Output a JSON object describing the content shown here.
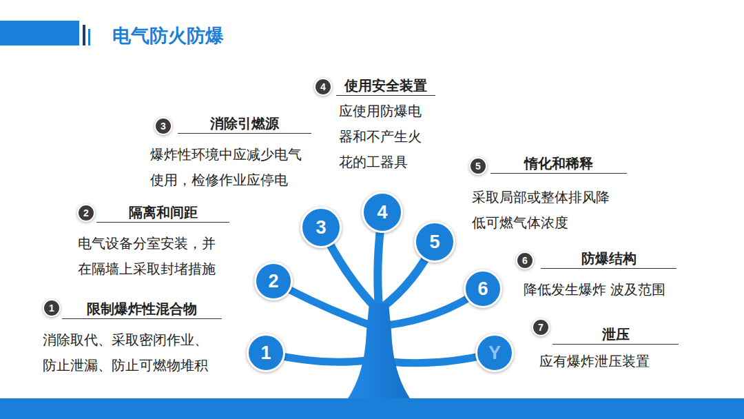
{
  "diagram": {
    "title": "电气防火防爆",
    "nodes": [
      {
        "text": [
          "限制爆炸性混合物",
          "消除取代、采取密闭作业、 防止泄漏、防止可燃物堆积"
        ]
      },
      {
        "text": [
          "1"
        ],
        "in": 0
      },
      {
        "text": [
          "隔离和间距",
          "电气设备分室安装，并 在隔墙上采取封堵措施"
        ]
      },
      {
        "text": [
          "2"
        ],
        "in": 2
      },
      {
        "text": [
          "消除引燃源",
          "爆炸性环境中应减少电气 使用，检修作业应停电"
        ]
      },
      {
        "text": [
          "3"
        ],
        "in": 4
      },
      {
        "text": [
          "使用安全装置",
          "应使用防爆电 器和不产生火 花的工器具"
        ]
      },
      {
        "text": [
          "4"
        ],
        "in": 6
      },
      {
        "text": [
          "惰化和稀释",
          "采取局部或整体排风降 低可燃气体浓度"
        ]
      },
      {
        "text": [
          "5"
        ],
        "in": 8
      },
      {
        "text": [
          "防爆结构",
          "降低发生爆炸 波及范围"
        ]
      },
      {
        "text": [
          "6"
        ],
        "in": 10
      },
      {
        "text": [
          "泄压",
          "应有爆炸泄压装置"
        ]
      },
      {
        "text": [
          "7"
        ],
        "in": 12
      },
      {
        "text": [
          "1"
        ]
      },
      {
        "text": [
          "2"
        ]
      },
      {
        "text": [
          "3"
        ]
      },
      {
        "text": [
          "4"
        ]
      },
      {
        "text": [
          "5"
        ]
      },
      {
        "text": [
          "6"
        ]
      },
      {
        "text": [
          "Y"
        ]
      }
    ]
  }
}
